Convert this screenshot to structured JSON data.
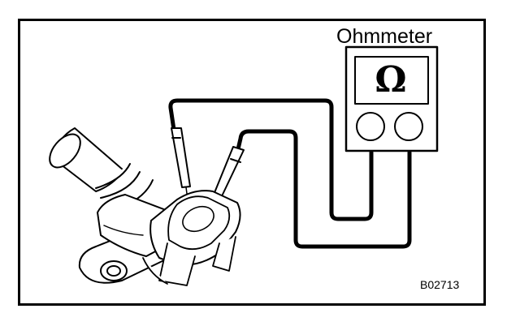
{
  "figure": {
    "meter_title": "Ohmmeter",
    "meter_symbol": "Ω",
    "figure_code": "B02713"
  }
}
